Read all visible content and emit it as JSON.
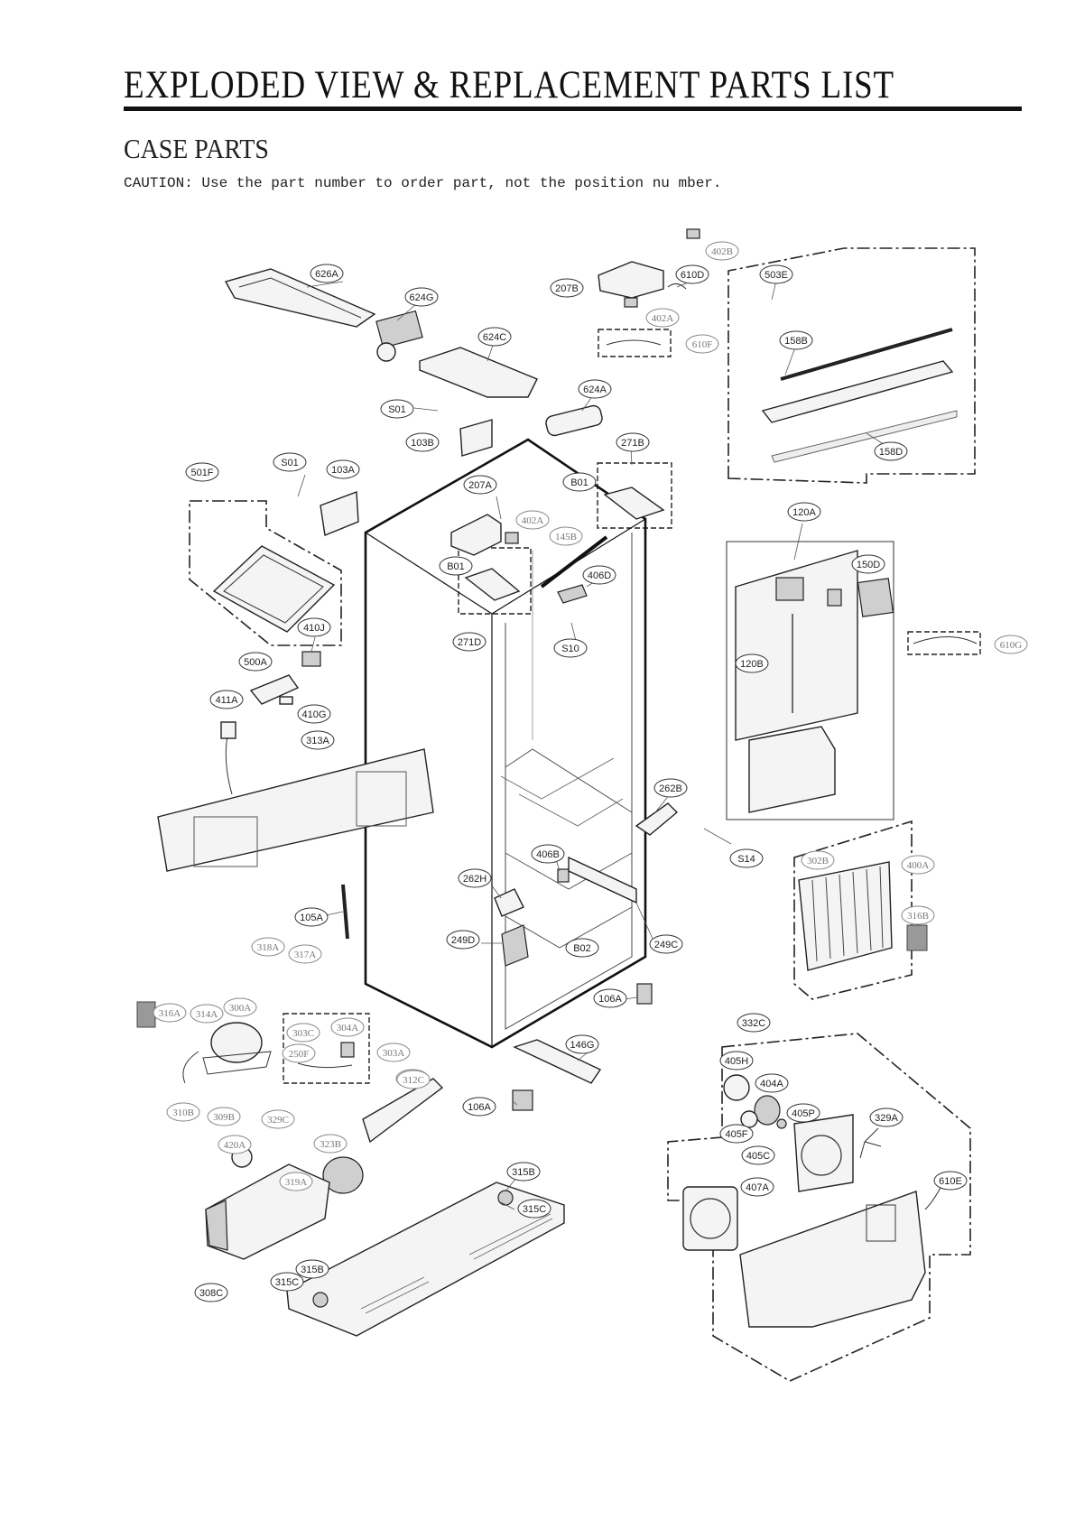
{
  "page": {
    "title": "EXPLODED VIEW & REPLACEMENT PARTS LIST",
    "section_title": "CASE PARTS",
    "caution": "CAUTION: Use the part number to order part, not the position nu mber."
  },
  "callouts": [
    {
      "id": "626A",
      "style": "sans"
    },
    {
      "id": "624G",
      "style": "sans"
    },
    {
      "id": "624C",
      "style": "sans"
    },
    {
      "id": "624A",
      "style": "sans"
    },
    {
      "id": "207B",
      "style": "sans"
    },
    {
      "id": "610D",
      "style": "sans"
    },
    {
      "id": "402B",
      "style": "serif"
    },
    {
      "id": "402A",
      "style": "serif"
    },
    {
      "id": "610F",
      "style": "serif"
    },
    {
      "id": "503E",
      "style": "sans"
    },
    {
      "id": "158B",
      "style": "sans"
    },
    {
      "id": "158D",
      "style": "sans"
    },
    {
      "id": "S01",
      "style": "sans"
    },
    {
      "id": "103B",
      "style": "sans"
    },
    {
      "id": "271B",
      "style": "sans"
    },
    {
      "id": "501F",
      "style": "sans"
    },
    {
      "id": "S01",
      "style": "sans"
    },
    {
      "id": "103A",
      "style": "sans"
    },
    {
      "id": "207A",
      "style": "sans"
    },
    {
      "id": "B01",
      "style": "sans"
    },
    {
      "id": "402A",
      "style": "serif"
    },
    {
      "id": "145B",
      "style": "serif"
    },
    {
      "id": "120A",
      "style": "sans"
    },
    {
      "id": "150D",
      "style": "sans"
    },
    {
      "id": "B01",
      "style": "sans"
    },
    {
      "id": "406D",
      "style": "sans"
    },
    {
      "id": "410J",
      "style": "sans"
    },
    {
      "id": "271D",
      "style": "sans"
    },
    {
      "id": "S10",
      "style": "sans"
    },
    {
      "id": "610G",
      "style": "serif"
    },
    {
      "id": "500A",
      "style": "sans"
    },
    {
      "id": "120B",
      "style": "sans"
    },
    {
      "id": "411A",
      "style": "sans"
    },
    {
      "id": "410G",
      "style": "sans"
    },
    {
      "id": "313A",
      "style": "sans"
    },
    {
      "id": "262B",
      "style": "sans"
    },
    {
      "id": "S14",
      "style": "sans"
    },
    {
      "id": "406B",
      "style": "sans"
    },
    {
      "id": "302B",
      "style": "serif"
    },
    {
      "id": "400A",
      "style": "serif"
    },
    {
      "id": "262H",
      "style": "sans"
    },
    {
      "id": "316B",
      "style": "serif"
    },
    {
      "id": "105A",
      "style": "sans"
    },
    {
      "id": "249D",
      "style": "sans"
    },
    {
      "id": "B02",
      "style": "sans"
    },
    {
      "id": "249C",
      "style": "sans"
    },
    {
      "id": "318A",
      "style": "serif"
    },
    {
      "id": "317A",
      "style": "serif"
    },
    {
      "id": "106A",
      "style": "sans"
    },
    {
      "id": "316A",
      "style": "serif"
    },
    {
      "id": "314A",
      "style": "serif"
    },
    {
      "id": "300A",
      "style": "serif"
    },
    {
      "id": "303C",
      "style": "serif"
    },
    {
      "id": "304A",
      "style": "serif"
    },
    {
      "id": "332C",
      "style": "sans"
    },
    {
      "id": "146G",
      "style": "sans"
    },
    {
      "id": "250F",
      "style": "serif"
    },
    {
      "id": "303A",
      "style": "serif"
    },
    {
      "id": "405H",
      "style": "sans"
    },
    {
      "id": "312A",
      "style": "serif"
    },
    {
      "id": "312C",
      "style": "serif"
    },
    {
      "id": "404A",
      "style": "sans"
    },
    {
      "id": "310B",
      "style": "serif"
    },
    {
      "id": "309B",
      "style": "serif"
    },
    {
      "id": "329C",
      "style": "serif"
    },
    {
      "id": "106A",
      "style": "sans"
    },
    {
      "id": "405P",
      "style": "sans"
    },
    {
      "id": "329A",
      "style": "sans"
    },
    {
      "id": "420A",
      "style": "serif"
    },
    {
      "id": "323B",
      "style": "serif"
    },
    {
      "id": "405F",
      "style": "sans"
    },
    {
      "id": "405C",
      "style": "sans"
    },
    {
      "id": "315B",
      "style": "sans"
    },
    {
      "id": "319A",
      "style": "serif"
    },
    {
      "id": "610E",
      "style": "sans"
    },
    {
      "id": "407A",
      "style": "sans"
    },
    {
      "id": "315C",
      "style": "sans"
    },
    {
      "id": "315B",
      "style": "sans"
    },
    {
      "id": "315C",
      "style": "sans"
    },
    {
      "id": "308C",
      "style": "sans"
    }
  ]
}
